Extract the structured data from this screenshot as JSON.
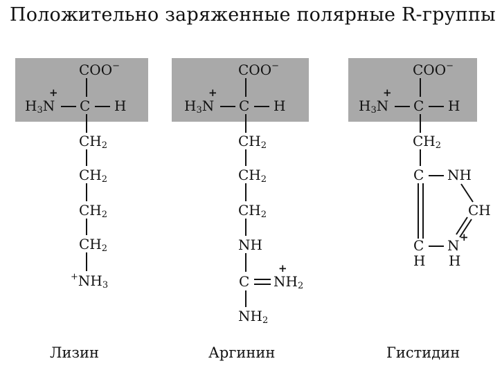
{
  "title": "Положительно заряженные полярные  R-группы",
  "common": {
    "coo": "COO",
    "coo_charge": "−",
    "h3n": "H",
    "h3n_sub": "3",
    "n": "N",
    "plus": "+",
    "c": "C",
    "h": "H"
  },
  "lysine": {
    "name": "Лизин",
    "groups": [
      "CH",
      "CH",
      "CH",
      "CH"
    ],
    "sub": "2",
    "terminal_prefix": "+",
    "terminal": "NH",
    "terminal_sub": "3"
  },
  "arginine": {
    "name": "Аргинин",
    "groups": [
      "CH",
      "CH",
      "CH"
    ],
    "sub": "2",
    "nh": "NH",
    "c": "C",
    "nh2_right": "NH",
    "nh2_bottom": "NH",
    "nh2_sub": "2",
    "plus": "+"
  },
  "histidine": {
    "name": "Гистидин",
    "ch2": "CH",
    "sub": "2",
    "c_top": "C",
    "nh_top": "NH",
    "ch_ring": "CH",
    "c_bottom": "C",
    "n_bottom": "N",
    "plus": "+",
    "h_c": "H",
    "h_n": "H"
  }
}
